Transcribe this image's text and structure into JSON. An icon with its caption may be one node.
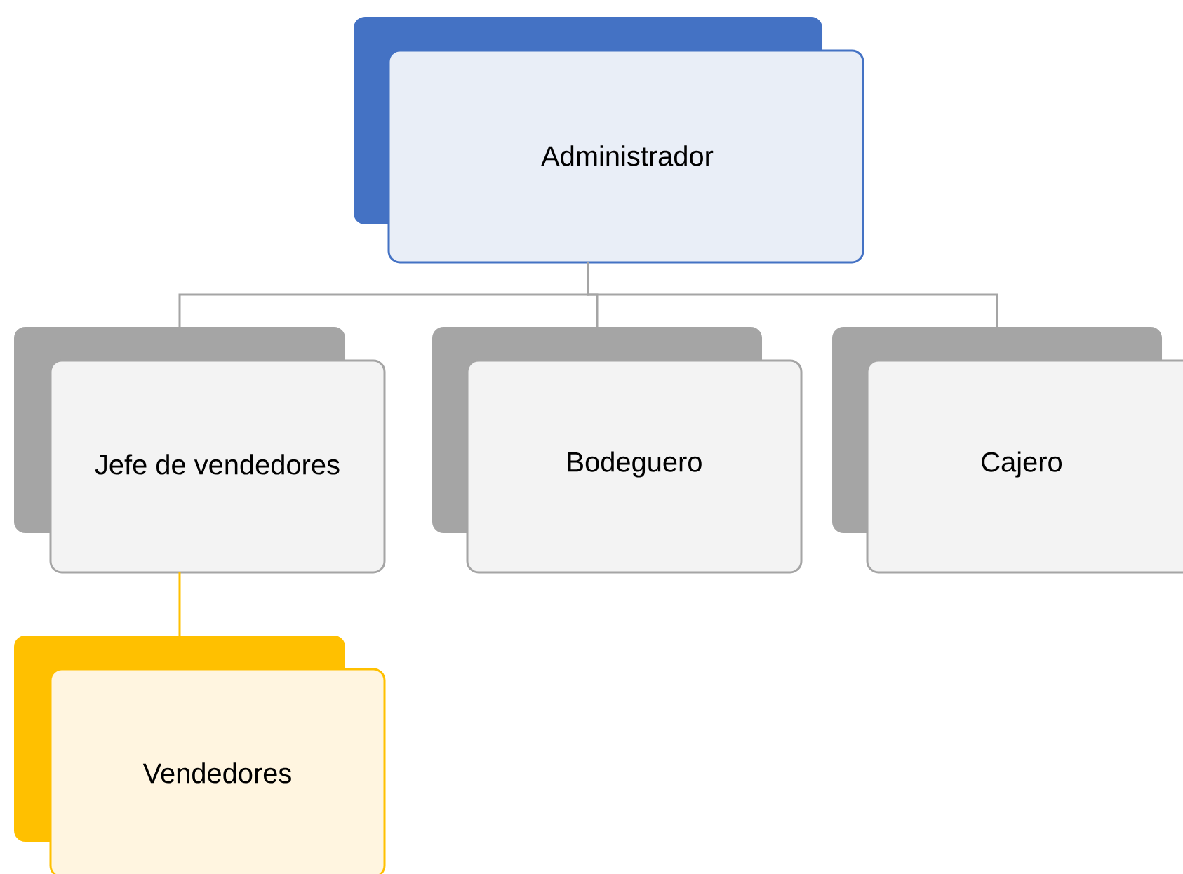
{
  "diagram": {
    "nodes": [
      {
        "text": [
          "Administrador"
        ]
      },
      {
        "text": [
          "Jefe de vendedores"
        ]
      },
      {
        "text": [
          "Bodeguero"
        ]
      },
      {
        "text": [
          "Cajero"
        ]
      },
      {
        "text": [
          "Vendedores"
        ]
      }
    ],
    "edges": [
      {
        "from": 0,
        "to": 1,
        "arrow": "none"
      },
      {
        "from": 0,
        "to": 2,
        "arrow": "none"
      },
      {
        "from": 0,
        "to": 3,
        "arrow": "none"
      },
      {
        "from": 1,
        "to": 4,
        "arrow": "none",
        "color": "#ffc000"
      }
    ]
  }
}
